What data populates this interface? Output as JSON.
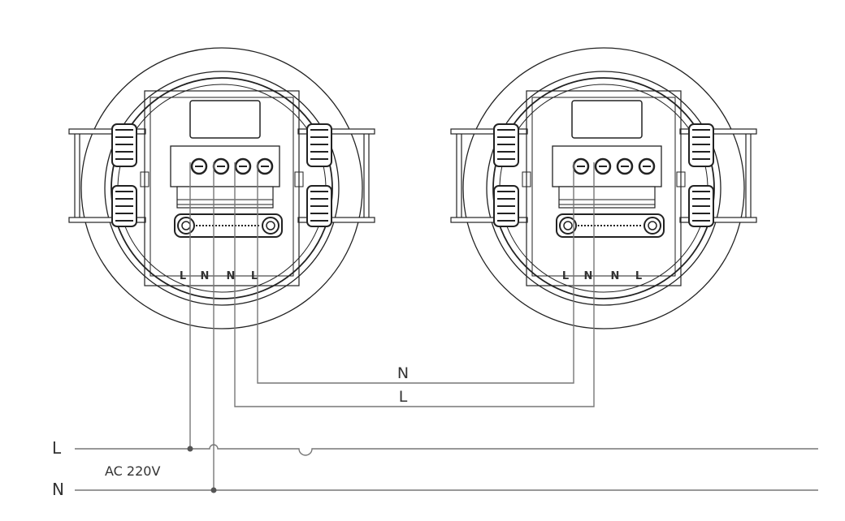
{
  "colors": {
    "stroke": "#222222",
    "wire": "#777777",
    "text": "#333333",
    "background": "#ffffff"
  },
  "supply": {
    "line_label": "L",
    "neutral_label": "N",
    "voltage_label": "AC 220V"
  },
  "crossover": {
    "neutral_label": "N",
    "line_label": "L"
  },
  "sensor_left": {
    "terminals": [
      "L",
      "N",
      "N",
      "L"
    ]
  },
  "sensor_right": {
    "terminals": [
      "L",
      "N",
      "N",
      "L"
    ]
  }
}
